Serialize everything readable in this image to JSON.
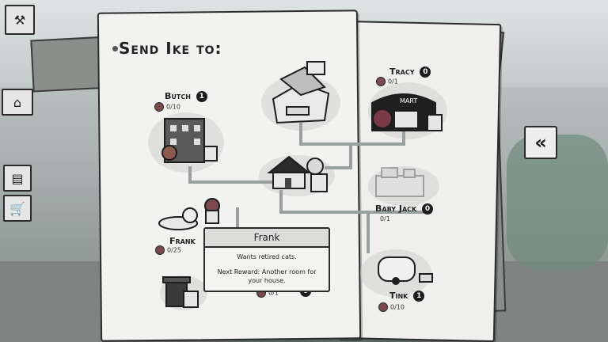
{
  "map": {
    "title": "Send Ike to:"
  },
  "locations": [
    {
      "name": "Butch",
      "badge": "1",
      "count": "0/10"
    },
    {
      "name": "Tracy",
      "badge": "0",
      "count": "0/1"
    },
    {
      "name": "Baby Jack",
      "badge": "0",
      "count": "0/1"
    },
    {
      "name": "Frank",
      "count": "0/25"
    },
    {
      "name": "Tink",
      "badge": "1",
      "count": "0/10"
    },
    {
      "name": "",
      "badge": "0",
      "count": "0/1"
    }
  ],
  "tooltip": {
    "title": "Frank",
    "description": "Wants retired cats.",
    "reward": "Next Reward: Another room for your house."
  },
  "buildings": {
    "tracy_sign": "MART"
  },
  "icons": {
    "back": "double-chevron-left-icon",
    "tools": "hammer-wrench-icon",
    "house": "house-icon",
    "shop": "shop-icon",
    "cart": "cart-icon",
    "paw": "paw-icon"
  }
}
